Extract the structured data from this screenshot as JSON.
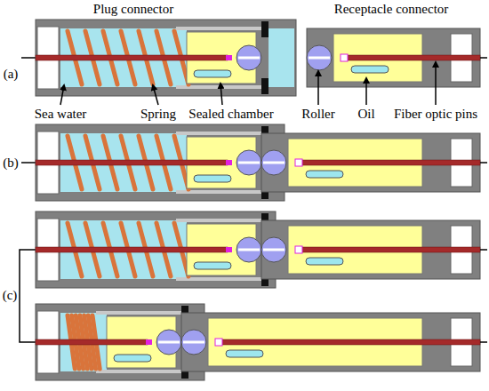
{
  "diagram": {
    "labels": [
      "Plug connector",
      "Receptacle connector",
      "(a)",
      "(b)",
      "(c)",
      "Sea water",
      "Spring",
      "Sealed chamber",
      "Roller",
      "Oil",
      "Fiber optic pins"
    ]
  }
}
